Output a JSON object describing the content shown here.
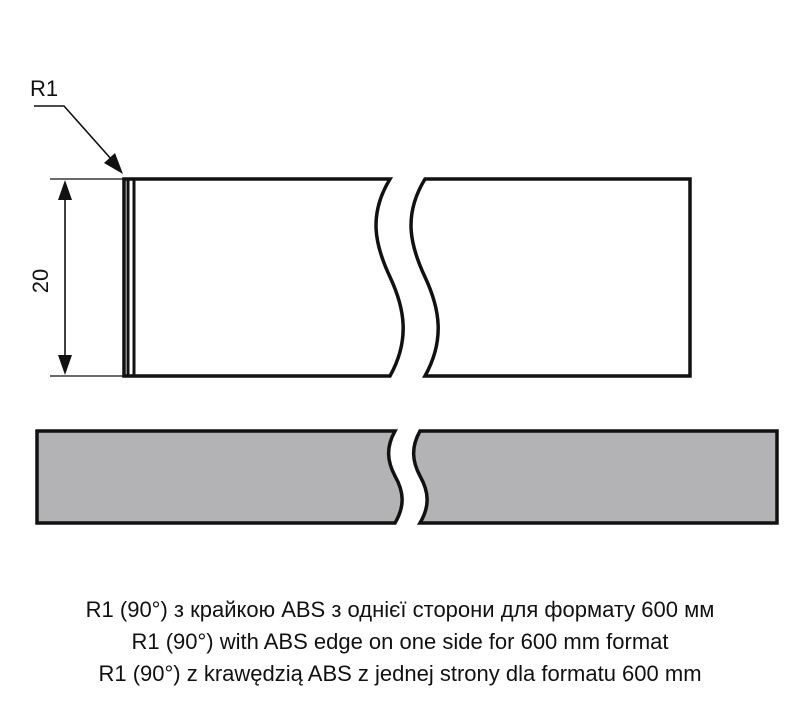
{
  "labels": {
    "radius": "R1",
    "width_dimension": "20"
  },
  "captions": [
    "R1 (90°) з крайкою ABS з однієї сторони для формату 600 мм",
    "R1 (90°) with ABS edge on one side for 600 mm format",
    "R1 (90°) z krawędzią ABS z jednej strony dla formatu 600 mm"
  ],
  "colors": {
    "outline": "#111111",
    "edge_fill": "#b3b3b5",
    "background": "#ffffff"
  }
}
